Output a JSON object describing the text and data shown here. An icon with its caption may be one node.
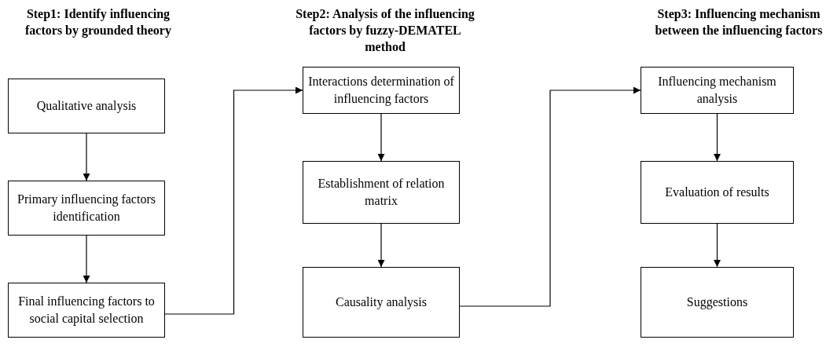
{
  "diagram": {
    "nodes": [
      {
        "text": [
          "Qualitative analysis"
        ]
      },
      {
        "text": [
          "Primary influencing factors identification"
        ]
      },
      {
        "text": [
          "Final influencing factors to social capital selection"
        ]
      },
      {
        "text": [
          "Interactions determination of influencing factors"
        ]
      },
      {
        "text": [
          "Establishment of relation matrix"
        ]
      },
      {
        "text": [
          "Causality analysis"
        ]
      },
      {
        "text": [
          "Influencing mechanism analysis"
        ]
      },
      {
        "text": [
          "Evaluation of results"
        ]
      },
      {
        "text": [
          "Suggestions"
        ]
      }
    ],
    "edges": [
      {
        "from": 0,
        "to": 1,
        "arrow": "to"
      },
      {
        "from": 1,
        "to": 2,
        "arrow": "to"
      },
      {
        "from": 2,
        "to": 3,
        "arrow": "to"
      },
      {
        "from": 3,
        "to": 4,
        "arrow": "to"
      },
      {
        "from": 4,
        "to": 5,
        "arrow": "to"
      },
      {
        "from": 5,
        "to": 6,
        "arrow": "to"
      },
      {
        "from": 6,
        "to": 7,
        "arrow": "to"
      },
      {
        "from": 7,
        "to": 8,
        "arrow": "to"
      }
    ],
    "labels": [
      "Step1: Identify influencing factors by grounded theory",
      "Step2: Analysis of the influencing factors by fuzzy-DEMATEL method",
      "Step3: Influencing mechanism between the influencing factors"
    ]
  }
}
